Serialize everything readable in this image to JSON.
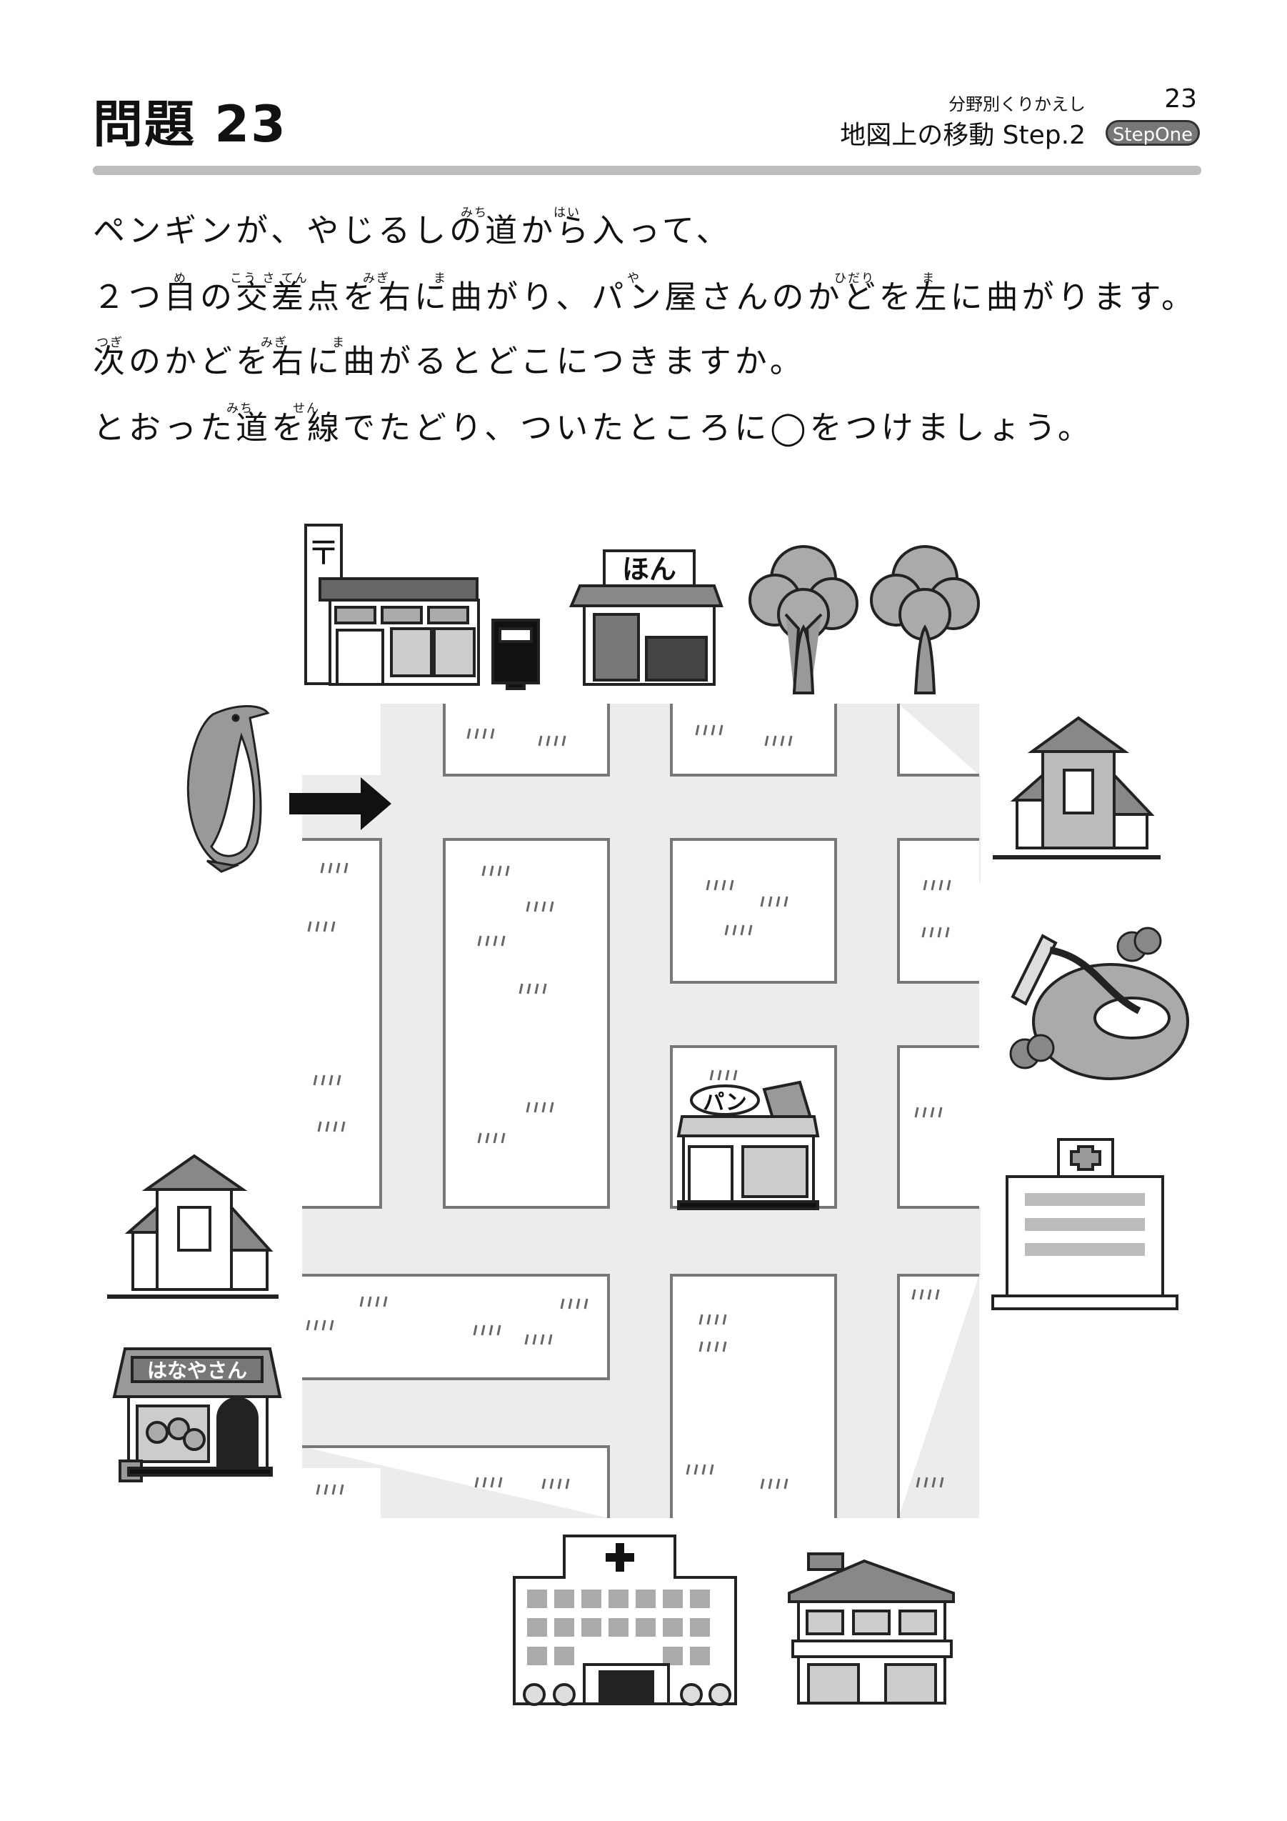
{
  "header": {
    "title": "問題 23",
    "subcategory": "分野別くりかえし",
    "page_number": "23",
    "topic": "地図上の移動 Step.2",
    "badge": "StepOne"
  },
  "question": {
    "lines": [
      "ペンギンが、やじるしの道から入って、",
      "２つ目の交差点を右に曲がり、パン屋さんのかどを左に曲がります。",
      "次のかどを右に曲がるとどこにつきますか。",
      "とおった道を線でたどり、ついたところに◯をつけましょう。"
    ],
    "furigana": {
      "michi": "みち",
      "hai": "はい",
      "me": "め",
      "kousaten": "こう さ てん",
      "migi": "みぎ",
      "ma": "ま",
      "ya": "や",
      "hidari": "ひだり",
      "tsugi": "つぎ",
      "sen": "せん"
    }
  },
  "map": {
    "sign_hon": "ほん",
    "sign_pan": "パン",
    "sign_hanayasan": "はなやさん",
    "post_symbol": "〒"
  },
  "colors": {
    "road": "#ececec",
    "block_border": "#777777",
    "rule": "#bdbdbd",
    "building_gray": "#a8a8a8"
  }
}
